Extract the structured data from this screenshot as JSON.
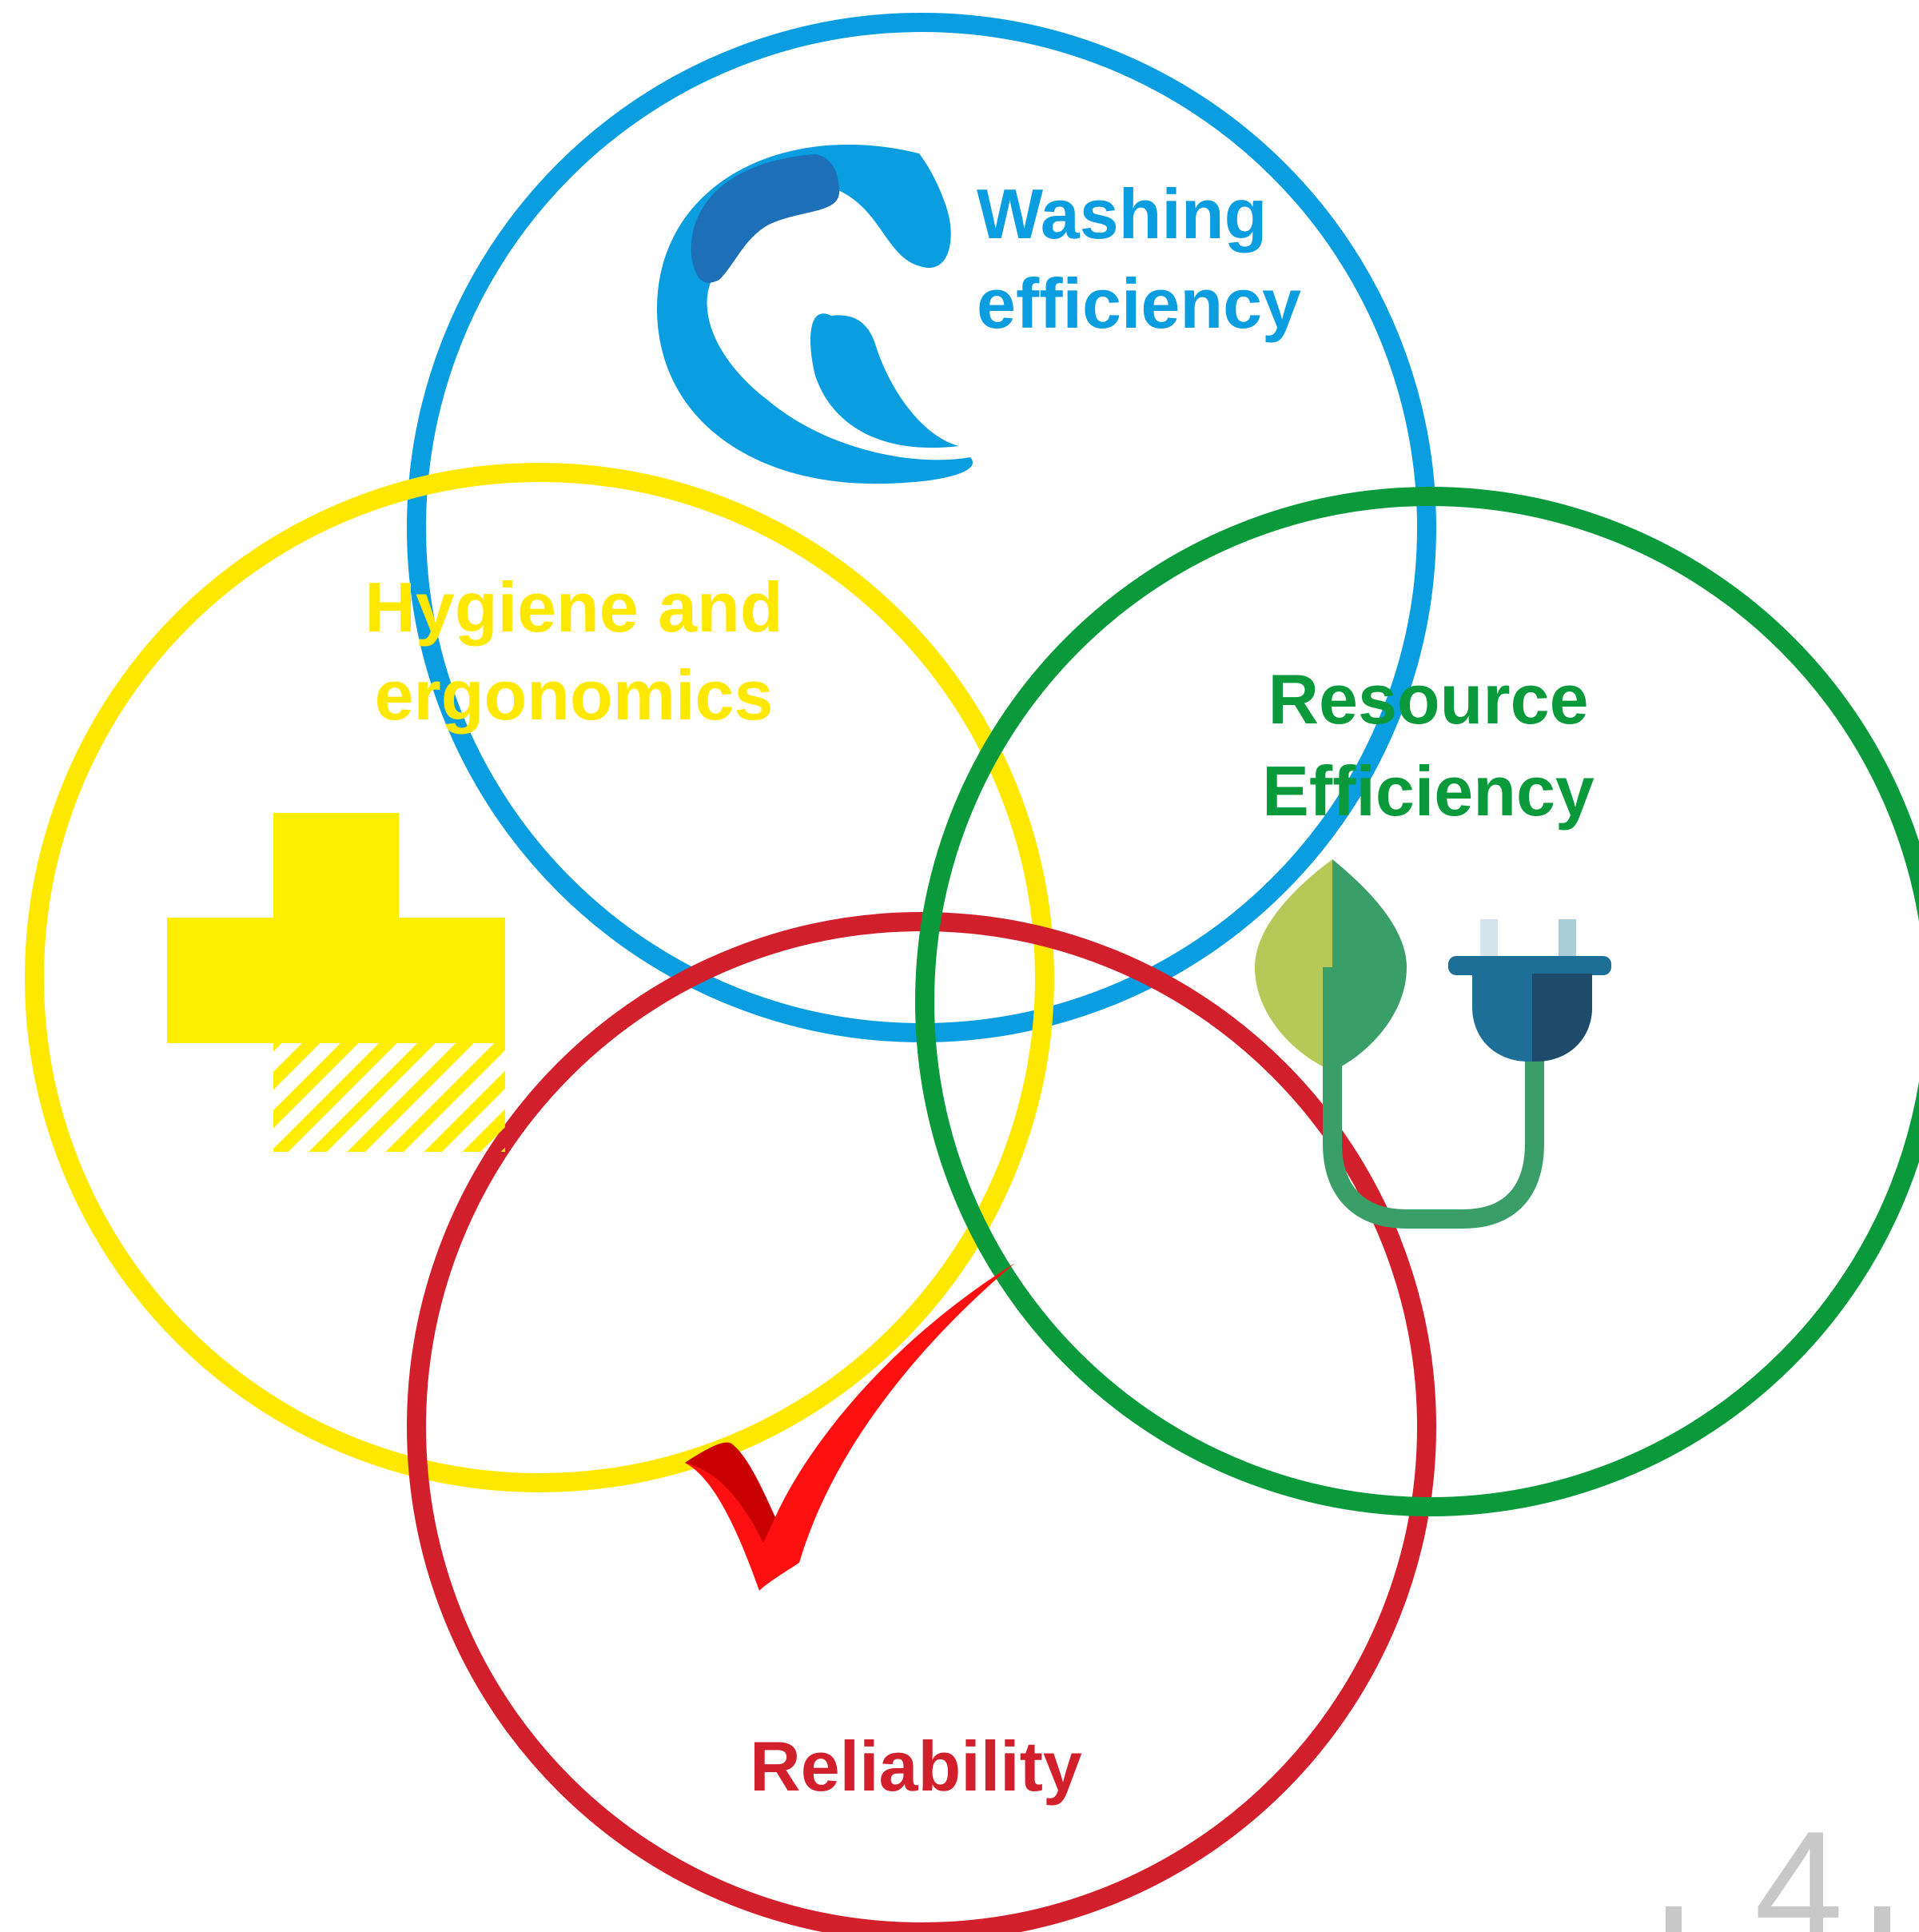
{
  "diagram": {
    "circles": {
      "washing": {
        "line1": "Washing",
        "line2": "efficiency",
        "color": "#0a9ee0",
        "icon": "water-wave-icon"
      },
      "hygiene": {
        "line1": "Hygiene and",
        "line2": "ergonomics",
        "color": "#ffe800",
        "icon": "medical-cross-icon"
      },
      "resource": {
        "line1": "Resource",
        "line2": "Efficiency",
        "color": "#0a9a3c",
        "icon": "leaf-plug-icon"
      },
      "reliability": {
        "line1": "Reliability",
        "color": "#d11f2b",
        "icon": "checkmark-icon"
      }
    },
    "corner_mark": "4"
  }
}
